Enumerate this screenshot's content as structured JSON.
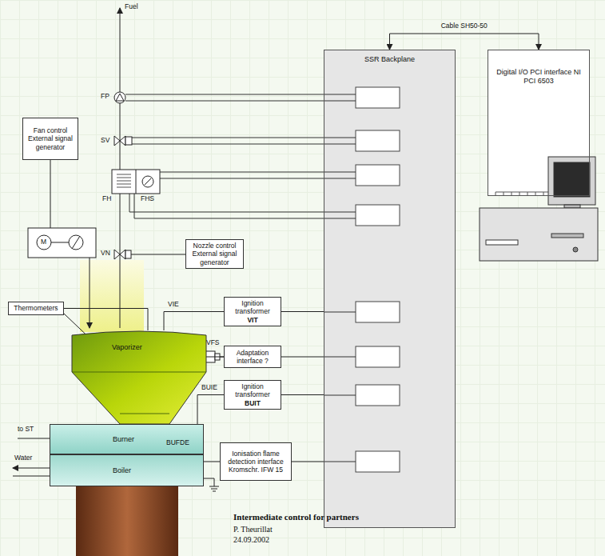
{
  "diagram": {
    "caption": "Intermediate control for partners",
    "nodes": [
      {
        "text": [
          "Fan control External signal generator"
        ]
      },
      {
        "text": [
          "Nozzle control External signal generator"
        ]
      },
      {
        "text": [
          "Thermometers"
        ]
      },
      {
        "text": [
          "Vaporizer"
        ]
      },
      {
        "text": [
          "Ignition transformer",
          "VIT"
        ]
      },
      {
        "text": [
          "Adaptation interface ?"
        ]
      },
      {
        "text": [
          "Ignition transformer",
          "BUIT"
        ]
      },
      {
        "text": [
          "Burner"
        ]
      },
      {
        "text": [
          "Boiler"
        ]
      },
      {
        "text": [
          "Ionisation flame detection interface Kromschr. IFW 15"
        ]
      },
      {
        "text": [
          "SSR Backplane"
        ]
      },
      {
        "text": [
          "Digital I/O PCI interface NI PCI 6503"
        ]
      }
    ],
    "edges": [
      {
        "from": 10,
        "to": 11,
        "arrow": "both",
        "label": "Cable SH50-50"
      },
      {
        "from": 2,
        "to": 3,
        "arrow": "none"
      },
      {
        "from": 4,
        "to": 3,
        "arrow": "none"
      },
      {
        "from": 5,
        "to": 3,
        "arrow": "none"
      },
      {
        "from": 6,
        "to": 7,
        "arrow": "none"
      },
      {
        "from": 9,
        "to": 7,
        "arrow": "none"
      },
      {
        "from": 4,
        "to": 10,
        "arrow": "none"
      },
      {
        "from": 5,
        "to": 10,
        "arrow": "none"
      },
      {
        "from": 6,
        "to": 10,
        "arrow": "none"
      },
      {
        "from": 9,
        "to": 10,
        "arrow": "none"
      }
    ],
    "labels": [
      "Fuel",
      "FP",
      "SV",
      "FH",
      "FHS",
      "M",
      "VN",
      "VIE",
      "VFS",
      "BUIE",
      "BUFDE",
      "to ST",
      "Water",
      "P. Theurillat",
      "24.09.2002"
    ]
  }
}
